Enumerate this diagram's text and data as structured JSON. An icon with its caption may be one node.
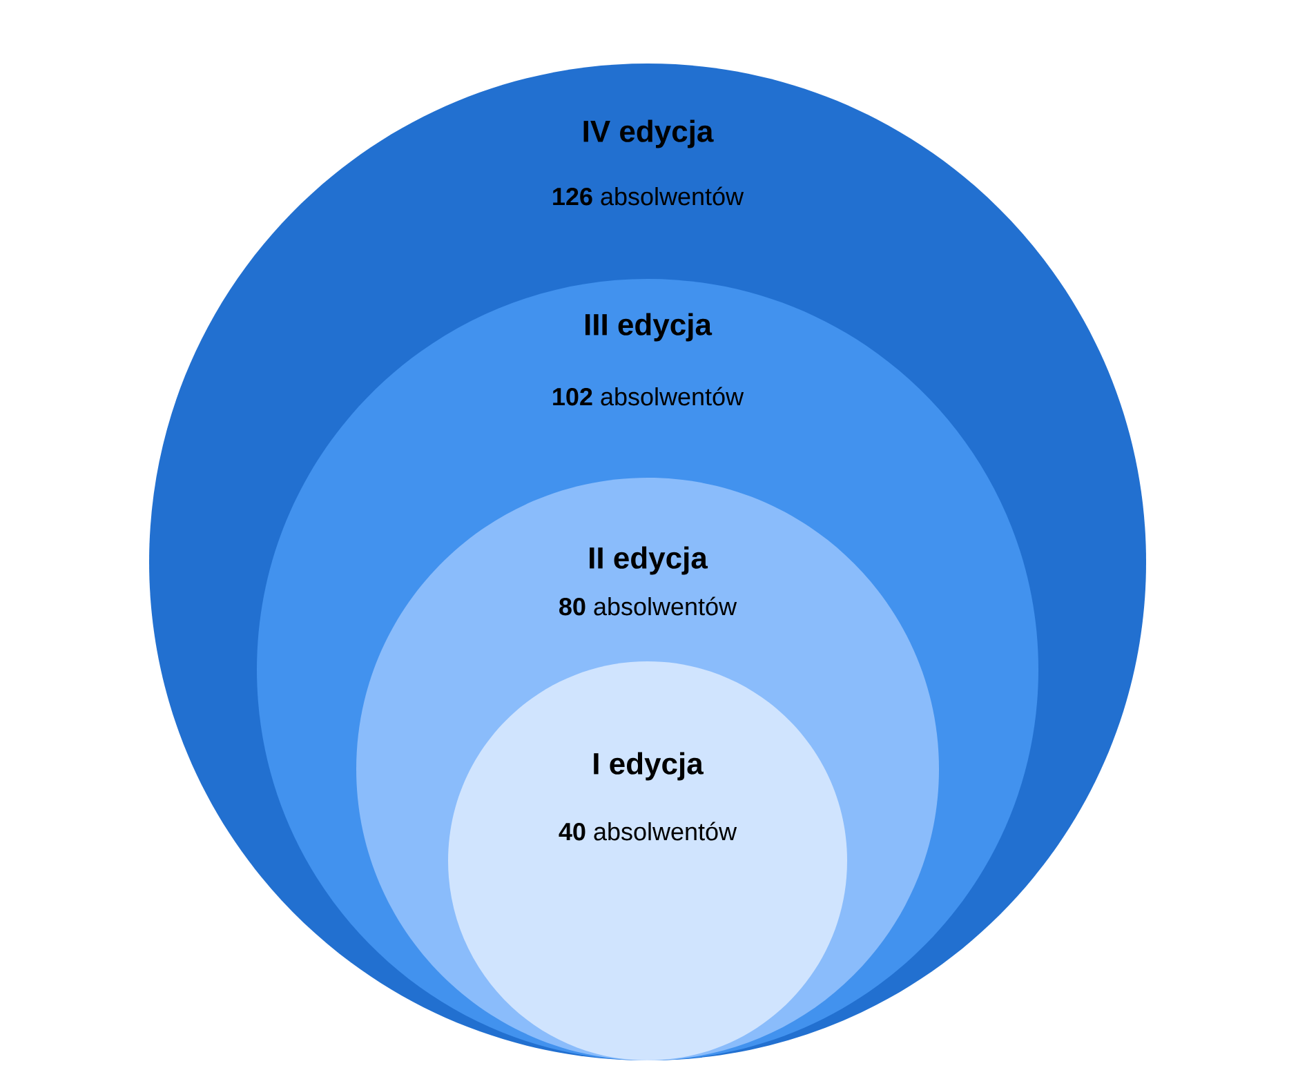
{
  "diagram": {
    "nodes": [
      {
        "text": [
          "IV edycja",
          "**126** absolwentów"
        ]
      },
      {
        "text": [
          "III edycja",
          "**102** absolwentów"
        ],
        "in": 0
      },
      {
        "text": [
          "II edycja",
          "**80** absolwentów"
        ],
        "in": 1
      },
      {
        "text": [
          "I edycja",
          "**40** absolwentów"
        ],
        "in": 2
      }
    ]
  }
}
